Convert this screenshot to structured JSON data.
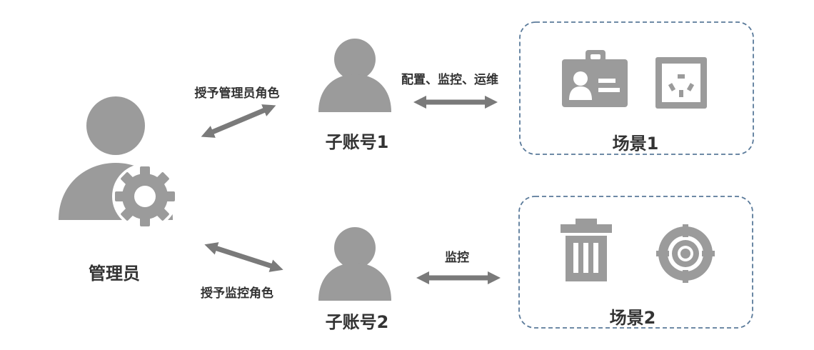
{
  "colors": {
    "icon_gray": "#9b9b9b",
    "arrow_gray": "#7a7a7a",
    "box_border": "#5a7a9a",
    "text": "#333333"
  },
  "admin": {
    "label": "管理员",
    "icon": "user-gear-icon"
  },
  "sub_accounts": [
    {
      "label": "子账号1",
      "icon": "user-icon",
      "grant_label": "授予管理员角色",
      "action_label": "配置、监控、运维"
    },
    {
      "label": "子账号2",
      "icon": "user-icon",
      "grant_label": "授予监控角色",
      "action_label": "监控"
    }
  ],
  "scenes": [
    {
      "label": "场景1",
      "icons": [
        "id-card-icon",
        "power-socket-icon"
      ]
    },
    {
      "label": "场景2",
      "icons": [
        "trash-can-icon",
        "target-icon"
      ]
    }
  ]
}
